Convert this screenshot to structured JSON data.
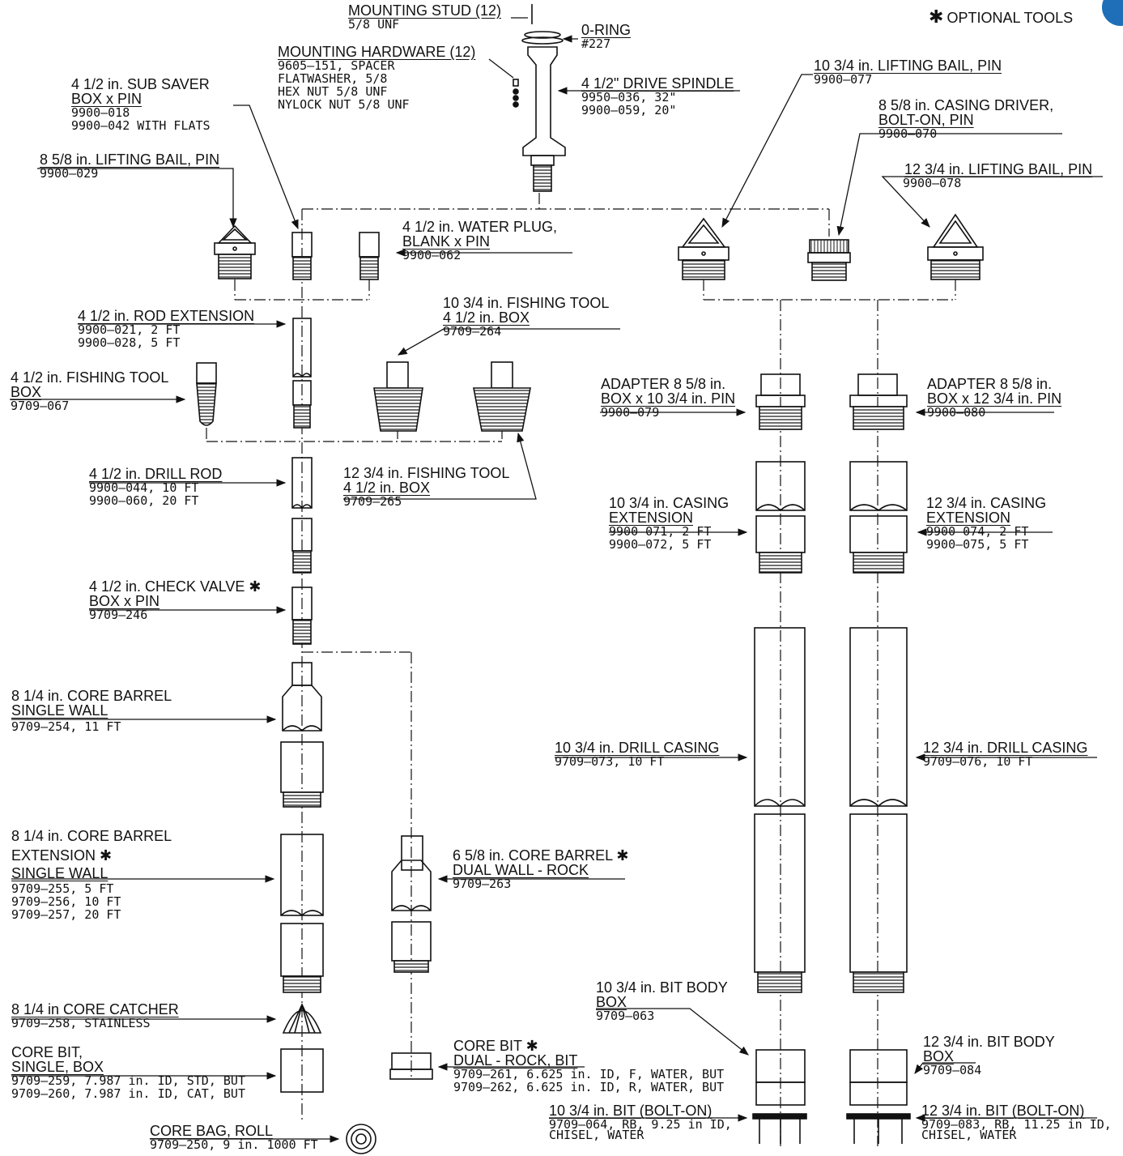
{
  "legend": {
    "star": "✱",
    "text": "OPTIONAL TOOLS"
  },
  "colors": {
    "ink": "#111111",
    "accent": "#1E6FB8"
  },
  "labels": {
    "mounting_stud": {
      "title": "MOUNTING STUD (12)",
      "lines": [
        "5/8 UNF"
      ]
    },
    "o_ring": {
      "title": "0-RING",
      "lines": [
        "#227"
      ]
    },
    "mounting_hardware": {
      "title": "MOUNTING HARDWARE (12)",
      "lines": [
        "9605–151, SPACER",
        "FLATWASHER, 5/8",
        "HEX NUT 5/8 UNF",
        "NYLOCK NUT 5/8 UNF"
      ]
    },
    "drive_spindle": {
      "title": "4 1/2\" DRIVE SPINDLE",
      "lines": [
        "9950–036, 32\"",
        "9900–059, 20\""
      ]
    },
    "sub_saver": {
      "title": "4 1/2 in. SUB SAVER",
      "title2": "BOX x PIN",
      "lines": [
        "9900–018",
        "9900–042 WITH FLATS"
      ]
    },
    "lifting_bail_858": {
      "title": "8 5/8 in. LIFTING BAIL, PIN",
      "lines": [
        "9900–029"
      ]
    },
    "water_plug": {
      "title": "4 1/2 in. WATER PLUG,",
      "title2": "BLANK x PIN",
      "lines": [
        "9900–062"
      ]
    },
    "lifting_bail_1034": {
      "title": "10 3/4 in. LIFTING BAIL, PIN",
      "lines": [
        "9900–077"
      ]
    },
    "casing_driver": {
      "title": "8 5/8 in. CASING DRIVER,",
      "title2": "BOLT-ON, PIN",
      "lines": [
        "9900–070"
      ]
    },
    "lifting_bail_1234": {
      "title": "12 3/4 in. LIFTING BAIL, PIN",
      "lines": [
        "9900–078"
      ]
    },
    "rod_extension": {
      "title": "4 1/2 in. ROD EXTENSION",
      "lines": [
        "9900–021, 2 FT",
        "9900–028, 5 FT"
      ]
    },
    "fishing_tool_1034": {
      "title": "10 3/4 in. FISHING TOOL",
      "title2": "4 1/2 in. BOX",
      "lines": [
        "9709–264"
      ]
    },
    "fishing_tool_412": {
      "title": "4 1/2 in. FISHING TOOL",
      "title2": "BOX",
      "lines": [
        "9709–067"
      ]
    },
    "adapter_1034": {
      "title": "ADAPTER 8 5/8 in.",
      "title2": "BOX x 10 3/4 in. PIN",
      "lines": [
        "9900–079"
      ]
    },
    "adapter_1234": {
      "title": "ADAPTER 8 5/8 in.",
      "title2": "BOX x 12 3/4 in. PIN",
      "lines": [
        "9900–080"
      ]
    },
    "drill_rod": {
      "title": "4 1/2 in. DRILL ROD",
      "lines": [
        "9900–044, 10 FT",
        "9900–060, 20 FT"
      ]
    },
    "fishing_tool_1234": {
      "title": "12 3/4 in. FISHING TOOL",
      "title2": "4 1/2 in. BOX",
      "lines": [
        "9709–265"
      ]
    },
    "casing_ext_1034": {
      "title": "10 3/4 in. CASING",
      "title2": "EXTENSION",
      "lines": [
        "9900–071, 2 FT",
        "9900–072, 5 FT"
      ]
    },
    "casing_ext_1234": {
      "title": "12 3/4 in. CASING",
      "title2": "EXTENSION",
      "lines": [
        "9900–074, 2 FT",
        "9900–075, 5 FT"
      ]
    },
    "check_valve": {
      "title": "4 1/2 in. CHECK VALVE ✱",
      "title2": "BOX x PIN",
      "lines": [
        "9709–246"
      ]
    },
    "core_barrel_sw": {
      "title": "8 1/4 in. CORE BARREL",
      "title2": "SINGLE WALL",
      "lines": [
        "9709–254, 11 FT"
      ]
    },
    "drill_casing_1034": {
      "title": "10 3/4 in. DRILL CASING",
      "lines": [
        "9709–073, 10 FT"
      ]
    },
    "drill_casing_1234": {
      "title": "12 3/4 in. DRILL CASING",
      "lines": [
        "9709–076, 10 FT"
      ]
    },
    "core_barrel_ext": {
      "title": "8 1/4 in. CORE BARREL",
      "title2": "EXTENSION ✱",
      "title3": "SINGLE WALL",
      "lines": [
        "9709–255, 5 FT",
        "9709–256, 10 FT",
        "9709–257, 20 FT"
      ]
    },
    "core_barrel_dw": {
      "title": "6 5/8 in. CORE BARREL ✱",
      "title2": "DUAL WALL - ROCK",
      "lines": [
        "9709–263"
      ]
    },
    "bit_body_1034": {
      "title": "10 3/4 in. BIT BODY",
      "title2": "BOX",
      "lines": [
        "9709–063"
      ]
    },
    "bit_body_1234": {
      "title": "12 3/4 in. BIT BODY",
      "title2": "BOX",
      "lines": [
        "9709–084"
      ]
    },
    "core_catcher": {
      "title": "8 1/4 in CORE CATCHER",
      "lines": [
        "9709–258, STAINLESS"
      ]
    },
    "core_bit_single": {
      "title": "CORE BIT,",
      "title2": "SINGLE, BOX",
      "lines": [
        "9709–259, 7.987 in. ID, STD, BUT",
        "9709–260, 7.987 in. ID, CAT, BUT"
      ]
    },
    "core_bit_dual": {
      "title": "CORE BIT ✱",
      "title2": "DUAL - ROCK, BIT",
      "lines": [
        "9709–261, 6.625 in. ID, F, WATER, BUT",
        "9709–262, 6.625 in. ID, R, WATER, BUT"
      ]
    },
    "bit_1034": {
      "title": "10 3/4 in. BIT (BOLT-ON)",
      "lines": [
        "9709–064, RB, 9.25 in ID,",
        "CHISEL, WATER"
      ]
    },
    "bit_1234": {
      "title": "12 3/4 in. BIT (BOLT-ON)",
      "lines": [
        "9709–083, RB, 11.25 in ID,",
        "CHISEL, WATER"
      ]
    },
    "core_bag": {
      "title": "CORE BAG, ROLL",
      "lines": [
        "9709–250, 9 in. 1000 FT"
      ]
    }
  }
}
